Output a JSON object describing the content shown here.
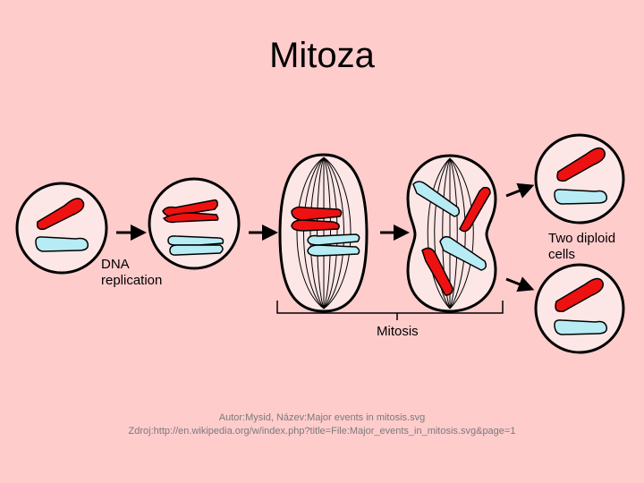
{
  "title": "Mitoza",
  "labels": {
    "dna_replication": "DNA\nreplication",
    "mitosis": "Mitosis",
    "two_diploid_cells": "Two diploid\ncells"
  },
  "credit": {
    "line1": "Autor:Mysid, Název:Major events in mitosis.svg",
    "line2": "Zdroj:http://en.wikipedia.org/w/index.php?title=File:Major_events_in_mitosis.svg&page=1"
  },
  "colors": {
    "background": "#ffcccc",
    "cell_fill": "#fde6e6",
    "red_chromosome": "#ee1111",
    "blue_chromosome": "#b7ecf4",
    "outline": "#000000"
  }
}
